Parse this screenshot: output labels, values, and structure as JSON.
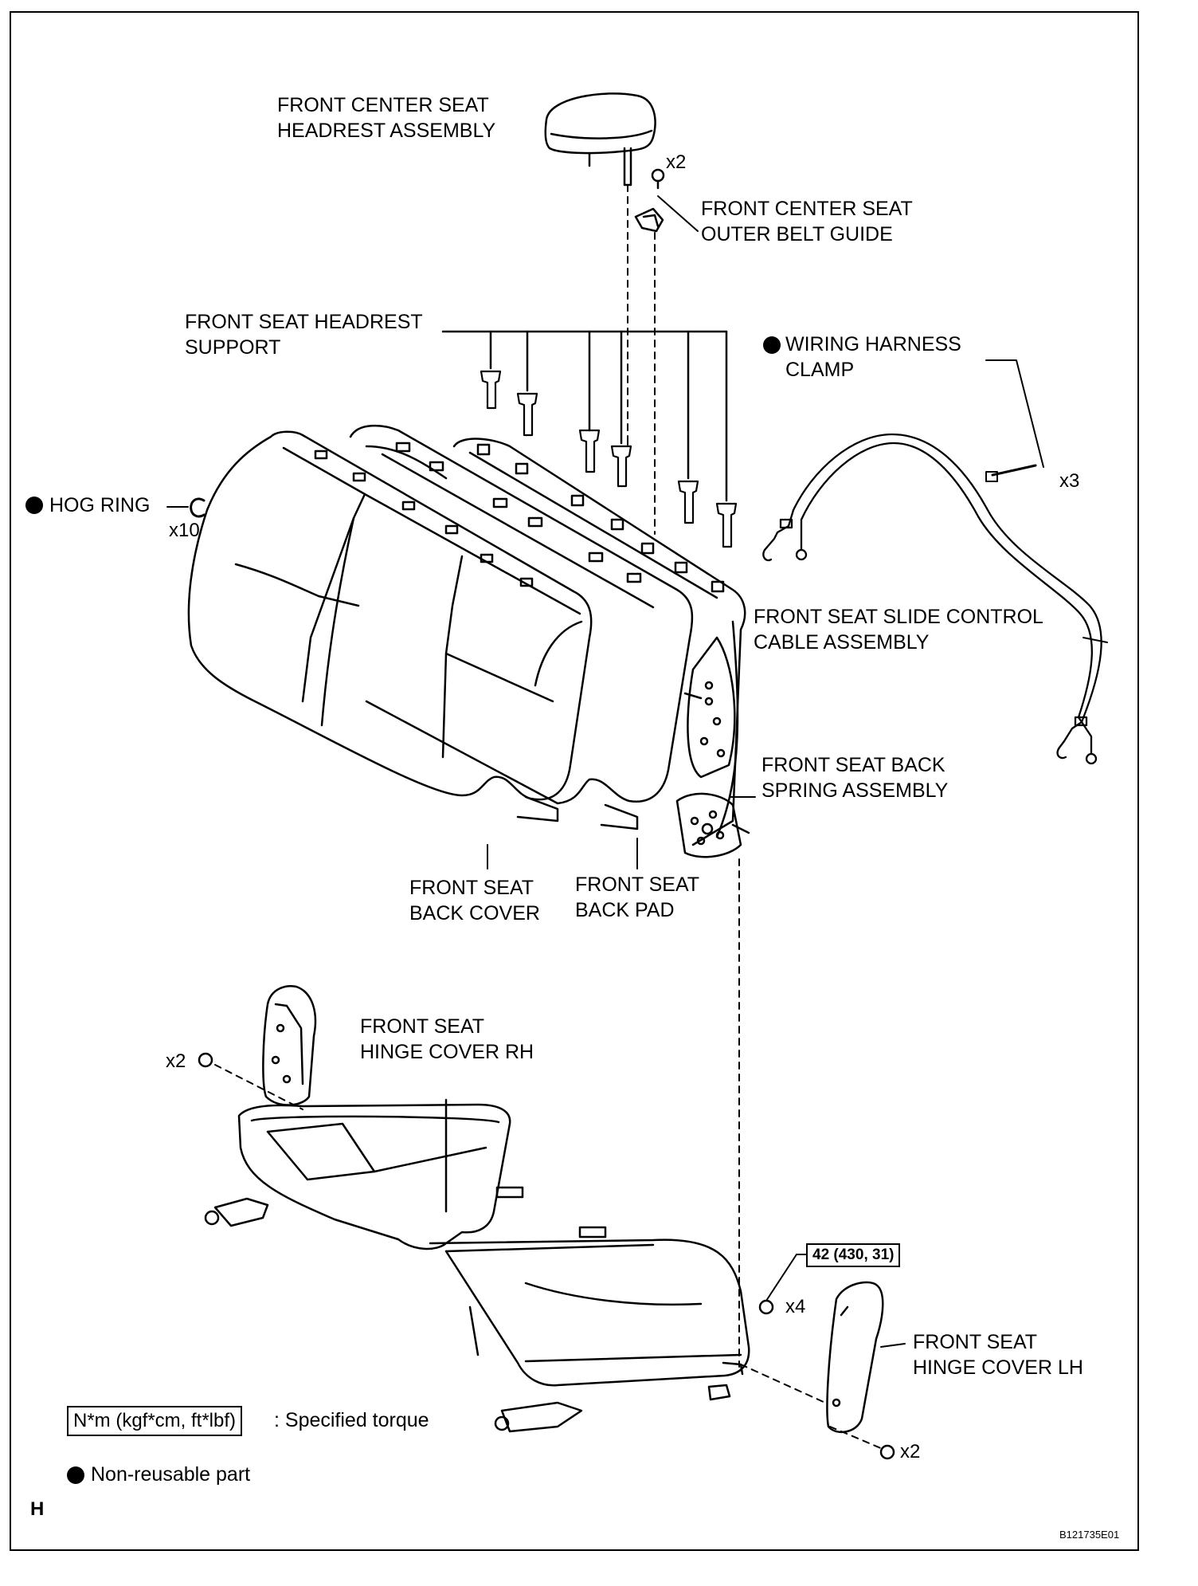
{
  "labels": {
    "headrest": [
      "FRONT CENTER SEAT",
      "HEADREST ASSEMBLY"
    ],
    "belt_guide": [
      "FRONT CENTER SEAT",
      "OUTER BELT GUIDE"
    ],
    "headrest_support": [
      "FRONT SEAT HEADREST",
      "SUPPORT"
    ],
    "harness_clamp": [
      "WIRING HARNESS",
      "CLAMP"
    ],
    "hog_ring": "HOG RING",
    "slide_cable": [
      "FRONT SEAT SLIDE CONTROL",
      "CABLE ASSEMBLY"
    ],
    "back_spring": [
      "FRONT SEAT BACK",
      "SPRING ASSEMBLY"
    ],
    "back_cover": [
      "FRONT SEAT",
      "BACK COVER"
    ],
    "back_pad": [
      "FRONT SEAT",
      "BACK PAD"
    ],
    "hinge_rh": [
      "FRONT SEAT",
      "HINGE COVER RH"
    ],
    "hinge_lh": [
      "FRONT SEAT",
      "HINGE COVER LH"
    ]
  },
  "quantities": {
    "screw_x2": "x2",
    "clamp_x3": "x3",
    "hog_x10": "x10",
    "rh_x2": "x2",
    "bolt_x4": "x4",
    "lh_x2": "x2"
  },
  "torque": "42 (430, 31)",
  "legend": {
    "torque_unit": "N*m (kgf*cm, ft*lbf)",
    "torque_text": ": Specified torque",
    "nonreusable_text": "Non-reusable part"
  },
  "corner_letter": "H",
  "figure_id": "B121735E01"
}
